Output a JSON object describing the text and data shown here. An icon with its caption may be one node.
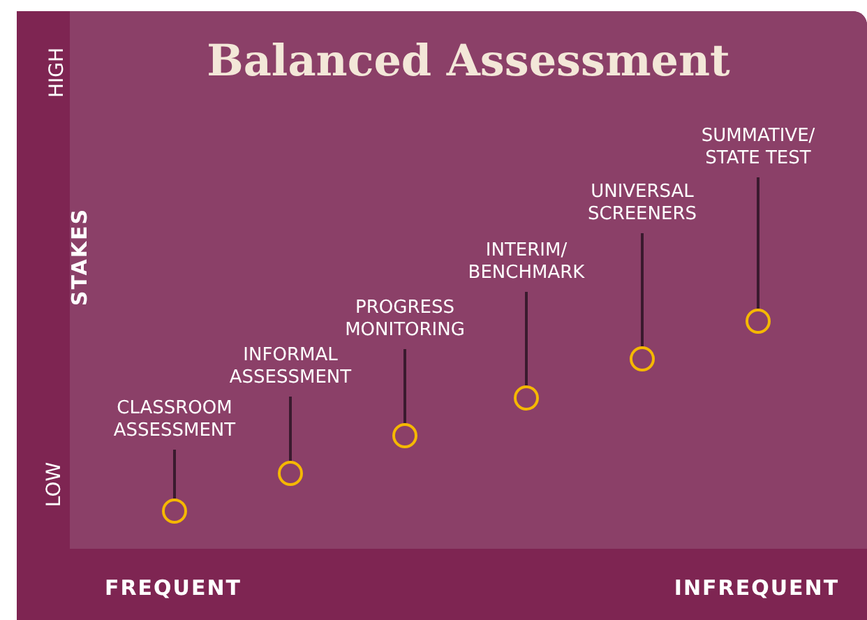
{
  "diagram": {
    "title": "Balanced Assessment",
    "nodes": [
      {
        "text": [
          "CLASSROOM ASSESSMENT"
        ]
      },
      {
        "text": [],
        "shape": "circle"
      },
      {
        "text": [
          "INFORMAL ASSESSMENT"
        ]
      },
      {
        "text": [],
        "shape": "circle"
      },
      {
        "text": [
          "PROGRESS MONITORING"
        ]
      },
      {
        "text": [],
        "shape": "circle"
      },
      {
        "text": [
          "INTERIM/ BENCHMARK"
        ]
      },
      {
        "text": [],
        "shape": "circle"
      },
      {
        "text": [
          "UNIVERSAL SCREENERS"
        ]
      },
      {
        "text": [],
        "shape": "circle"
      },
      {
        "text": [
          "SUMMATIVE/ STATE TEST"
        ]
      },
      {
        "text": [],
        "shape": "circle"
      }
    ],
    "edges": [
      {
        "from": 0,
        "to": 1,
        "arrow": "none"
      },
      {
        "from": 2,
        "to": 3,
        "arrow": "none"
      },
      {
        "from": 4,
        "to": 5,
        "arrow": "none"
      },
      {
        "from": 6,
        "to": 7,
        "arrow": "none"
      },
      {
        "from": 8,
        "to": 9,
        "arrow": "none"
      },
      {
        "from": 10,
        "to": 11,
        "arrow": "none"
      }
    ],
    "labels": [
      "HIGH",
      "STAKES",
      "LOW",
      "FREQUENT",
      "INFREQUENT"
    ]
  }
}
